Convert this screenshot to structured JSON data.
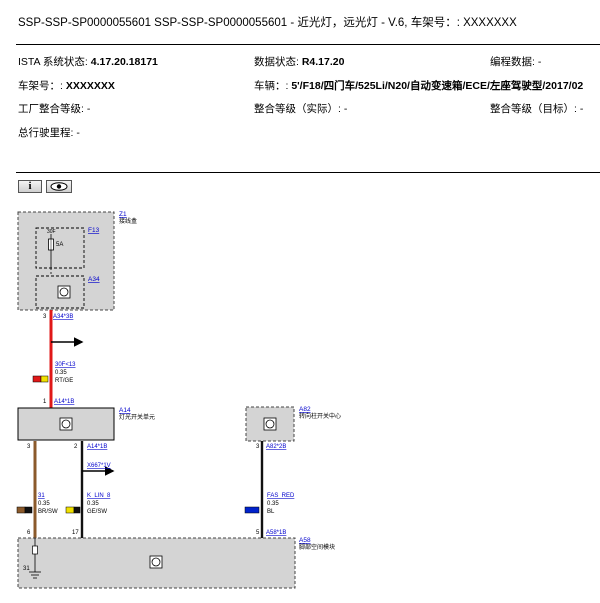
{
  "title": "SSP-SSP-SP0000055601 SSP-SSP-SP0000055601 - 近光灯，远光灯 - V.6, 车架号：: XXXXXXX",
  "header": {
    "ista_label": "ISTA 系统状态:",
    "ista_value": "4.17.20.18171",
    "data_label": "数据状态:",
    "data_value": "R4.17.20",
    "prog_label": "编程数据: -",
    "vin_label": "车架号：:",
    "vin_value": "XXXXXXX",
    "vehicle_label": "车辆：:",
    "vehicle_value": "5'/F18/四门车/525Li/N20/自动变速箱/ECE/左座驾驶型/2017/02",
    "factory_level": "工厂整合等级: -",
    "level_actual": "整合等级（实际）: -",
    "level_target": "整合等级（目标）: -",
    "mileage": "总行驶里程: -"
  },
  "toolbar": {
    "info_label": "i"
  },
  "diagram": {
    "z1_id": "Z1",
    "z1_name": "接线盒",
    "fuse_id": "F13",
    "fuse_pin": "30F",
    "fuse_rating": "5A",
    "a34_id": "A34",
    "a34_pin_num": "3",
    "a34_pin": "A34*3B",
    "w1_id": "30F<13",
    "w1_size": "0.35",
    "w1_color": "RT/GE",
    "a14_pin1_num": "1",
    "a14_pin1": "A14*1B",
    "a14_id": "A14",
    "a14_name": "灯光开关单元",
    "a82_id": "A82",
    "a82_name": "转向柱开关中心",
    "a14_pin3_num": "3",
    "a14_pin2_num": "2",
    "a14_pin2": "A14*1B",
    "a82_pin_num": "3",
    "a82_pin": "A82*2B",
    "link_ref": "X667*1V",
    "w2_id": "31",
    "w2_size": "0.35",
    "w2_color": "BR/SW",
    "w3_id": "K_LIN_8",
    "w3_size": "0.35",
    "w3_color": "GE/SW",
    "w4_id": "FAS_RED",
    "w4_size": "0.35",
    "w4_color": "BL",
    "a58_pin6_num": "6",
    "a58_pin17_num": "17",
    "a58_pin5_num": "5",
    "a58_pin": "A58*1B",
    "a58_id": "A58",
    "a58_name": "脚部空间模块",
    "ground_num": "31"
  },
  "colors": {
    "wire_red": "#e01818",
    "wire_brown": "#8b5a2b",
    "wire_black": "#111111",
    "box_fill": "#d4d4d4",
    "link_blue": "#0000cc",
    "swatch_yellow": "#f0e000",
    "swatch_blue": "#0022cc"
  }
}
